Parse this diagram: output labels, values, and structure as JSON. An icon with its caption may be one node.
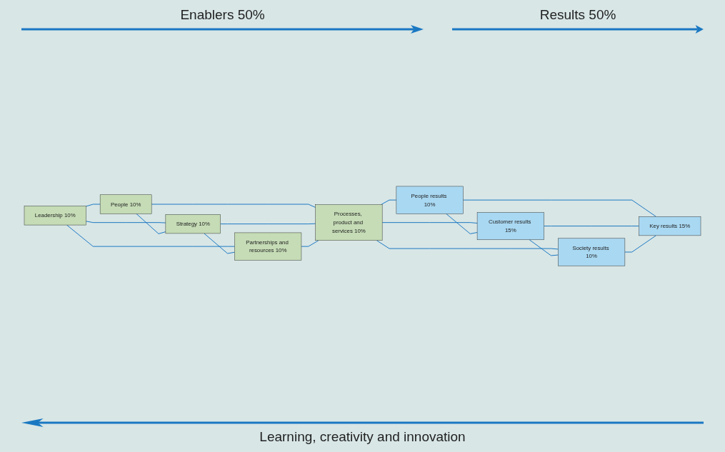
{
  "diagram": {
    "nodes": [
      {
        "text": [
          "Leadership 10%"
        ]
      },
      {
        "text": [
          "People 10%"
        ]
      },
      {
        "text": [
          "Strategy 10%"
        ]
      },
      {
        "text": [
          "Partnerships and resources 10%"
        ]
      },
      {
        "text": [
          "Processes, product and services 10%"
        ]
      },
      {
        "text": [
          "People results 10%"
        ]
      },
      {
        "text": [
          "Customer results 15%"
        ]
      },
      {
        "text": [
          "Society results 10%"
        ]
      },
      {
        "text": [
          "Key results 15%"
        ]
      }
    ],
    "edges": [
      {
        "from": 0,
        "to": 1,
        "arrow": "none"
      },
      {
        "from": 0,
        "to": 2,
        "arrow": "none"
      },
      {
        "from": 0,
        "to": 3,
        "arrow": "none"
      },
      {
        "from": 1,
        "to": 2,
        "arrow": "none"
      },
      {
        "from": 2,
        "to": 3,
        "arrow": "none"
      },
      {
        "from": 1,
        "to": 4,
        "arrow": "none"
      },
      {
        "from": 2,
        "to": 4,
        "arrow": "none"
      },
      {
        "from": 3,
        "to": 4,
        "arrow": "none"
      },
      {
        "from": 4,
        "to": 5,
        "arrow": "none"
      },
      {
        "from": 4,
        "to": 6,
        "arrow": "none"
      },
      {
        "from": 4,
        "to": 7,
        "arrow": "none"
      },
      {
        "from": 5,
        "to": 6,
        "arrow": "none"
      },
      {
        "from": 6,
        "to": 7,
        "arrow": "none"
      },
      {
        "from": 5,
        "to": 8,
        "arrow": "none"
      },
      {
        "from": 6,
        "to": 8,
        "arrow": "none"
      },
      {
        "from": 7,
        "to": 8,
        "arrow": "none"
      }
    ],
    "labels": [
      "Enablers 50%",
      "Results 50%",
      "Learning, creativity and innovation"
    ]
  }
}
